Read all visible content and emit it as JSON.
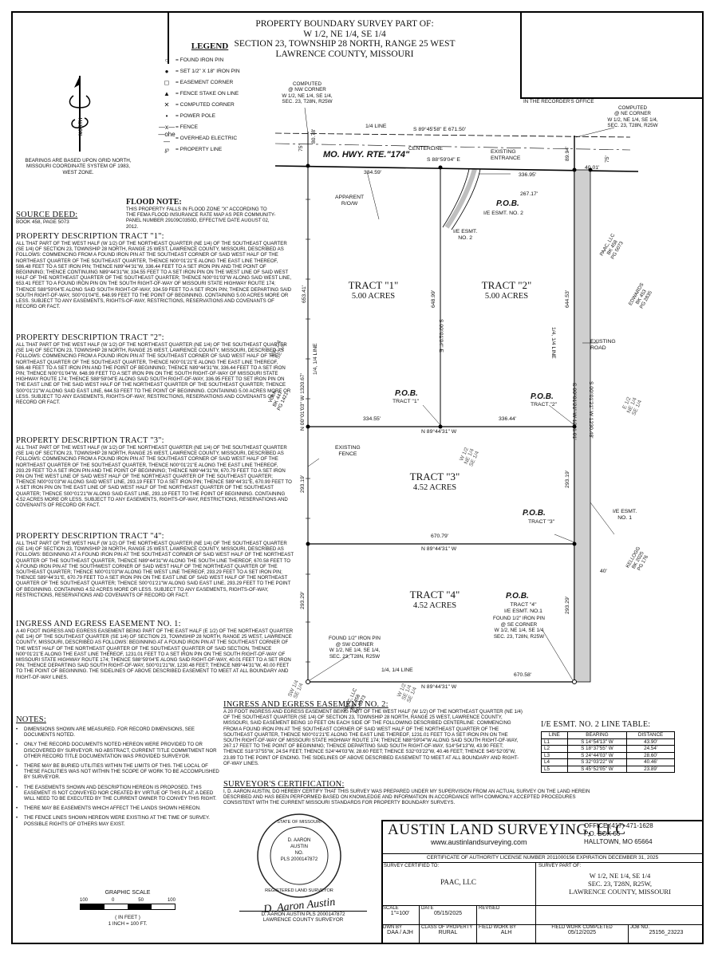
{
  "title": {
    "lines": [
      "PROPERTY BOUNDARY SURVEY PART OF:",
      "W 1/2, NE 1/4, SE 1/4",
      "SECTION 23, TOWNSHIP 28 NORTH, RANGE 25 WEST",
      "LAWRENCE COUNTY, MISSOURI"
    ]
  },
  "recorder_label": "IN THE RECORDER'S OFFICE",
  "legend": {
    "heading": "LEGEND",
    "items": [
      {
        "sym": "○",
        "label": "= FOUND IRON PIN"
      },
      {
        "sym": "●",
        "label": "= SET 1/2\" X 18\" IRON PIN"
      },
      {
        "sym": "◻",
        "label": "= EASEMENT CORNER"
      },
      {
        "sym": "▲",
        "label": "= FENCE STAKE ON LINE"
      },
      {
        "sym": "✕",
        "label": "= COMPUTED CORNER"
      },
      {
        "sym": "•",
        "label": "= POWER POLE"
      },
      {
        "sym": "—x—",
        "label": "= FENCE"
      },
      {
        "sym": "—ohe—",
        "label": "= OVERHEAD ELECTRIC"
      },
      {
        "sym": "℘",
        "label": "= PROPERTY LINE"
      }
    ]
  },
  "north": {
    "label": "NORTH"
  },
  "bearings_note": "BEARINGS ARE BASED UPON GRID NORTH, MISSOURI COORDINATE SYSTEM OF 1983, WEST ZONE.",
  "flood": {
    "heading": "FLOOD NOTE:",
    "text": "THIS PROPERTY FALLS IN FLOOD ZONE \"X\" ACCORDING TO THE FEMA FLOOD INSURANCE RATE MAP AS PER COMMUNITY-PANEL NUMBER 29109C0350D, EFFECTIVE DATE AUGUST 02, 2012."
  },
  "source_deed": {
    "heading": "SOURCE DEED:",
    "text": "BOOK 458, PAGE 5073"
  },
  "tracts": [
    {
      "heading": "PROPERTY DESCRIPTION TRACT \"1\":",
      "text": "ALL THAT PART OF THE WEST HALF (W 1/2) OF THE NORTHEAST QUARTER (NE 1/4) OF THE SOUTHEAST QUARTER (SE 1/4) OF SECTION 23, TOWNSHIP 28 NORTH, RANGE 25 WEST, LAWRENCE COUNTY, MISSOURI, DESCRIBED AS FOLLOWS: COMMENCING FROM A FOUND IRON PIN AT THE SOUTHEAST CORNER OF SAID WEST HALF OF THE NORTHEAST QUARTER OF THE SOUTHEAST QUARTER, THENCE N00°01'21\"E ALONG THE EAST LINE THEREOF, 586.48 FEET TO A SET IRON PIN; THENCE N89°44'31\"W, 336.44 FEET TO A SET IRON PIN AND THE POINT OF BEGINNING; THENCE CONTINUING N89°44'31\"W, 334.55 FEET TO A SET IRON PIN ON THE WEST LINE OF SAID WEST HALF OF THE NORTHEAST QUARTER OF THE SOUTHEAST QUARTER; THENCE N00°01'03\"W ALONG SAID WEST LINE, 653.41 FEET TO A FOUND IRON PIN ON THE SOUTH RIGHT-OF-WAY OF MISSOURI STATE HIGHWAY ROUTE 174; THENCE S88°59'04\"E ALONG SAID SOUTH RIGHT-OF-WAY, 334.59 FEET TO A SET IRON PIN; THENCE DEPARTING SAID SOUTH RIGHT-OF-WAY, S00°01'04\"E, 648.99 FEET TO THE POINT OF BEGINNING. CONTAINING 5.00 ACRES MORE OR LESS. SUBJECT TO ANY EASEMENTS, RIGHTS-OF-WAY, RESTRICTIONS, RESERVATIONS AND COVENANTS OF RECORD OR FACT."
    },
    {
      "heading": "PROPERTY DESCRIPTION TRACT \"2\":",
      "text": "ALL THAT PART OF THE WEST HALF (W 1/2) OF THE NORTHEAST QUARTER (NE 1/4) OF THE SOUTHEAST QUARTER (SE 1/4) OF SECTION 23, TOWNSHIP 28 NORTH, RANGE 25 WEST, LAWRENCE COUNTY, MISSOURI, DESCRIBED AS FOLLOWS: COMMENCING FROM A FOUND IRON PIN AT THE SOUTHEAST CORNER OF SAID WEST HALF OF THE NORTHEAST QUARTER OF THE SOUTHEAST QUARTER, THENCE N00°01'21\"E ALONG THE EAST LINE THEREOF, 586.48 FEET TO A SET IRON PIN AND THE POINT OF BEGINNING; THENCE N89°44'31\"W, 336.44 FEET TO A SET IRON PIN; THENCE N00°01'04\"W, 648.99 FEET TO A SET IRON PIN ON THE SOUTH RIGHT-OF-WAY OF MISSOURI STATE HIGHWAY ROUTE 174; THENCE S88°59'04\"E ALONG SAID SOUTH RIGHT-OF-WAY, 336.95 FEET TO SET IRON PIN ON THE EAST LINE OF THE SAID WEST HALF OF THE NORTHEAST QUARTER OF THE SOUTHEAST QUARTER; THENCE S00°01'21\"W ALONG SAID EAST LINE, 644.53 FEET TO THE POINT OF BEGINNING. CONTAINING 5.00 ACRES MORE OR LESS. SUBJECT TO ANY EASEMENTS, RIGHTS-OF-WAY, RESTRICTIONS, RESERVATIONS AND COVENANTS OF RECORD OR FACT."
    },
    {
      "heading": "PROPERTY DESCRIPTION TRACT \"3\":",
      "text": "ALL THAT PART OF THE WEST HALF (W 1/2) OF THE NORTHEAST QUARTER (NE 1/4) OF THE SOUTHEAST QUARTER (SE 1/4) OF SECTION 23, TOWNSHIP 28 NORTH, RANGE 25 WEST, LAWRENCE COUNTY, MISSOURI, DESCRIBED AS FOLLOWS: COMMENCING FROM A FOUND IRON PIN AT THE SOUTHEAST CORNER OF SAID WEST HALF OF THE NORTHEAST QUARTER OF THE SOUTHEAST QUARTER, THENCE N00°01'21\"E ALONG THE EAST LINE THEREOF, 293.29 FEET TO A SET IRON PIN AND THE POINT OF BEGINNING; THENCE N89°44'31\"W, 670.79 FEET TO A SET IRON PIN ON THE WEST LINE OF SAID WEST HALF OF THE NORTHEAST QUARTER OF THE SOUTHEAST QUARTER; THENCE N00°01'03\"W ALONG SAID WEST LINE, 293.19 FEET TO A SET IRON PIN; THENCE S89°44'31\"E, 670.99 FEET TO A SET IRON PIN ON THE EAST LINE OF SAID WEST HALF OF THE NORTHEAST QUARTER OF THE SOUTHEAST QUARTER; THENCE S00°01'21\"W ALONG SAID EAST LINE, 293.19 FEET TO THE POINT OF BEGINNING. CONTAINING 4.52 ACRES MORE OR LESS. SUBJECT TO ANY EASEMENTS, RIGHTS-OF-WAY, RESTRICTIONS, RESERVATIONS AND COVENANTS OF RECORD OR FACT."
    },
    {
      "heading": "PROPERTY DESCRIPTION TRACT \"4\":",
      "text": "ALL THAT PART OF THE WEST HALF (W 1/2) OF THE NORTHEAST QUARTER (NE 1/4) OF THE SOUTHEAST QUARTER (SE 1/4) OF SECTION 23, TOWNSHIP 28 NORTH, RANGE 25 WEST, LAWRENCE COUNTY, MISSOURI, DESCRIBED AS FOLLOWS: BEGINNING AT A FOUND IRON PIN AT THE SOUTHEAST CORNER OF SAID WEST HALF OF THE NORTHEAST QUARTER OF THE SOUTHEAST QUARTER, THENCE N89°44'31\"W ALONG THE SOUTH LINE THEREOF, 670.58 FEET TO A FOUND IRON PIN AT THE SOUTHWEST CORNER OF SAID WEST HALF OF THE NORTHEAST QUARTER OF THE SOUTHEAST QUARTER; THENCE N00°01'03\"W ALONG THE WEST LINE THEREOF, 293.29 FEET TO A SET IRON PIN; THENCE S89°44'31\"E, 670.79 FEET TO A SET IRON PIN ON THE EAST LINE OF SAID WEST HALF OF THE NORTHEAST QUARTER OF THE SOUTHEAST QUARTER; THENCE S00°01'21\"W ALONG SAID EAST LINE, 293.29 FEET TO THE POINT OF BEGINNING. CONTAINING 4.52 ACRES MORE OR LESS. SUBJECT TO ANY EASEMENTS, RIGHTS-OF-WAY, RESTRICTIONS, RESERVATIONS AND COVENANTS OF RECORD OR FACT."
    }
  ],
  "easement1": {
    "heading": "INGRESS AND EGRESS EASEMENT NO. 1:",
    "text": "A 40 FOOT INGRESS AND EGRESS EASEMENT BEING PART OF THE EAST HALF (E 1/2) OF THE NORTHEAST QUARTER (NE 1/4) OF THE SOUTHEAST QUARTER (SE 1/4) OF SECTION 23, TOWNSHIP 28 NORTH, RANGE 25 WEST, LAWRENCE COUNTY, MISSOURI, DESCRIBED AS FOLLOWS: BEGINNING AT A FOUND IRON PIN AT THE SOUTHEAST CORNER OF THE WEST HALF OF THE NORTHEAST QUARTER OF THE SOUTHEAST QUARTER OF SAID SECTION, THENCE N00°01'21\"E ALONG THE EAST LINE THEREOF, 1231.01 FEET TO A SET IRON PIN ON THE SOUTH RIGHT-OF-WAY OF MISSOURI STATE HIGHWAY ROUTE 174; THENCE S88°59'04\"E ALONG SAID RIGHT-OF-WAY, 40.01 FEET TO A SET IRON PIN; THENCE DEPARTING SAID SOUTH RIGHT-OF-WAY, S00°01'21\"W, 1230.48 FEET; THENCE N89°44'31\"W, 40.00 FEET TO THE POINT OF BEGINNING. THE SIDELINES OF ABOVE DESCRIBED EASEMENT TO MEET AT ALL BOUNDARY AND RIGHT-OF-WAY LINES."
  },
  "easement2": {
    "heading": "INGRESS AND EGRESS EASEMENT NO. 2:",
    "text": "A 20 FOOT INGRESS AND EGRESS EASEMENT BEING PART OF THE WEST HALF (W 1/2) OF THE NORTHEAST QUARTER (NE 1/4) OF THE SOUTHEAST QUARTER (SE 1/4) OF SECTION 23, TOWNSHIP 28 NORTH, RANGE 25 WEST, LAWRENCE COUNTY, MISSOURI, SAID EASEMENT BEING 10 FEET ON EACH SIDE OF THE FOLLOWING DESCRIBED CENTERLINE: COMMENCING FROM A FOUND IRON PIN AT THE SOUTHEAST CORNER OF SAID WEST HALF OF THE NORTHEAST QUARTER OF THE SOUTHEAST QUARTER, THENCE N00°01'21\"E ALONG THE EAST LINE THEREOF, 1231.01 FEET TO A SET IRON PIN ON THE SOUTH RIGHT-OF-WAY OF MISSOURI STATE HIGHWAY ROUTE 174; THENCE N88°59'04\"W ALONG SAID SOUTH RIGHT-OF-WAY, 267.17 FEET TO THE POINT OF BEGINNING; THENCE DEPARTING SAID SOUTH RIGHT-OF-WAY, S14°54'13\"W, 43.90 FEET; THENCE S18°37'55\"W, 24.54 FEET; THENCE S24°44'03\"W, 28.60 FEET; THENCE S32°03'22\"W, 40.46 FEET; THENCE S45°52'05\"W, 23.89 TO THE POINT OF ENDING. THE SIDELINES OF ABOVE DESCRIBED EASEMENT TO MEET AT ALL BOUNDARY AND RIGHT-OF-WAY LINES."
  },
  "notes": {
    "heading": "NOTES:",
    "items": [
      "DIMENSIONS SHOWN ARE MEASURED.  FOR RECORD DIMENSIONS, SEE DOCUMENTS NOTED.",
      "ONLY THE RECORD DOCUMENTS NOTED HEREON WERE PROVIDED TO OR DISCOVERED BY SURVEYOR.  NO ABSTRACT, CURRENT TITLE COMMITMENT NOR OTHER RECORD TITLE DOCUMENTATION WAS PROVIDED SURVEYOR.",
      "THERE MAY BE BURIED UTILITIES WITHIN THE LIMITS OF THIS.  THE LOCAL OF THESE FACILITIES WAS NOT WITHIN THE SCOPE OF WORK TO BE ACCOMPLISHED BY SURVEYOR.",
      "THE EASEMENTS SHOWN AND DESCRIPTION HEREON IS PROPOSED. THIS EASEMENT IS NOT CONVEYED NOR CREATED BY VIRTUE OF THIS PLAT; A DEED WILL NEED TO BE EXECUTED BY THE CURRENT OWNER TO CONVEY THIS RIGHT.",
      "THERE MAY BE EASEMENTS WHICH AFFECT THE LANDS SHOWN HEREON.",
      "THE FENCE LINES SHOWN HEREON WERE EXISTING AT THE TIME OF SURVEY. POSSIBLE RIGHTS OF OTHERS MAY EXIST."
    ]
  },
  "scale": {
    "heading": "GRAPHIC SCALE",
    "ticks": [
      "100",
      "0",
      "50",
      "100"
    ],
    "unit": "( IN FEET )",
    "ratio": "1 INCH = 100 FT."
  },
  "line_table": {
    "heading": "I/E ESMT. NO. 2 LINE TABLE:",
    "columns": [
      "LINE",
      "BEARING",
      "DISTANCE"
    ],
    "rows": [
      [
        "L1",
        "S 14°54'13\" W",
        "43.90'"
      ],
      [
        "L2",
        "S 18°37'55\" W",
        "24.54'"
      ],
      [
        "L3",
        "S 24°44'03\" W",
        "28.60'"
      ],
      [
        "L4",
        "S 32°03'22\" W",
        "40.46'"
      ],
      [
        "L5",
        "S 45°52'05\" W",
        "23.89'"
      ]
    ]
  },
  "certification": {
    "heading": "SURVEYOR'S CERTIFICATION:",
    "text": "I, D. AARON AUSTIN, DO HEREBY CERTIFY THAT THIS SURVEY WAS PREPARED UNDER MY SUPERVISION FROM AN ACTUAL SURVEY ON THE LAND HEREIN DESCRIBED AND HAS BEEN PERFORMED BASED ON KNOWLEDGE AND INFORMATION IN ACCORDANCE WITH COMMONLY ACCEPTED PROCEDURES CONSISTENT WITH THE CURRENT MISSOURI STANDARDS FOR PROPERTY BOUNDARY SURVEYS."
  },
  "company": {
    "name": "AUSTIN LAND SURVEYING, LLC",
    "website": "www.austinlandsurveying.com",
    "phone": "OFFICE (417)-471-1628",
    "po_box": "P.O. BOX 66",
    "city": "HALLTOWN, MO 65664",
    "certificate": "CERTIFICATE OF AUTHORITY LICENSE NUMBER 2011000156  EXPIRATION DECEMBER 31, 2025"
  },
  "seal": {
    "ring_top": "STATE OF MISSOURI",
    "ring_bottom": "REGISTERED LAND SURVEYOR",
    "name1": "D. AARON",
    "name2": "AUSTIN",
    "no_label": "NO.",
    "number": "PLS 2000147872",
    "signature": "D. Aaron Austin"
  },
  "signature_block": {
    "line1": "D. AARON AUSTIN   PLS 2000147872",
    "line2": "LAWRENCE COUNTY SURVEYOR"
  },
  "title_block": {
    "certified_to_label": "SURVEY CERTIFIED TO:",
    "certified_to": "PAAC, LLC",
    "survey_part_label": "SURVEY PART OF:",
    "survey_part": [
      "W 1/2, NE 1/4, SE 1/4",
      "SEC. 23, T28N, R25W,",
      "LAWRENCE COUNTY, MISSOURI"
    ],
    "scale_label": "SCALE",
    "scale": "1\"=100'",
    "date_label": "DATE",
    "date": "05/15/2025",
    "revised_label": "REVISED",
    "revised": "",
    "drawn_label": "DWN BY",
    "drawn": "DAA / AJH",
    "class_label": "CLASS OF PROPERTY",
    "class": "RURAL",
    "fieldwork_label": "FIELD WORK BY",
    "fieldwork": "ALH",
    "completed_label": "FIELD WORK COMPLETED",
    "completed": "05/12/2025",
    "job_label": "JOB NO.",
    "job": "25156_23223"
  },
  "map": {
    "computed_nw": [
      "COMPUTED",
      "@ NW CORNER",
      "W 1/2, NE 1/4, SE 1/4,",
      "SEC. 23, T28N, R25W"
    ],
    "computed_ne": [
      "COMPUTED",
      "@ NE CORNER",
      "W 1/2, NE 1/4, SE 1/4,",
      "SEC. 23, T28N, R25W"
    ],
    "quarter_line": "1/4 LINE",
    "bearing_top": "S 89°45'58\" E  671.50'",
    "centerline": "CENTERLINE",
    "highway": "MO. HWY. RTE.\"174\"",
    "row_bearing": "S 88°59'04\" E",
    "existing_entrance": [
      "EXISTING",
      "ENTRANCE"
    ],
    "d_334_59": "334.59'",
    "d_336_95": "336.95'",
    "d_267_17": "267.17'",
    "d_40_01": "40.01'",
    "d_80_78": "80.78'",
    "d_89_94": "89.94'",
    "d_75a": "75'",
    "d_75b": "75'",
    "apparent_row": [
      "APPARENT",
      "R/O/W"
    ],
    "pob_label": "P.O.B.",
    "ie_esmt_2": "I/E ESMT. NO. 2",
    "ie_esmt_2b": [
      "I/E ESMT.",
      "NO. 2"
    ],
    "tract1": {
      "name": "TRACT \"1\"",
      "acres": "5.00 ACRES"
    },
    "tract2": {
      "name": "TRACT \"2\"",
      "acres": "5.00 ACRES"
    },
    "tract3": {
      "name": "TRACT \"3\"",
      "acres": "4.52 ACRES"
    },
    "tract4": {
      "name": "TRACT \"4\"",
      "acres": "4.52 ACRES"
    },
    "d_653_41": "653.41'",
    "d_648_99": "648.99'",
    "d_644_53": "644.53'",
    "b_w1": "N 00°01'03\" W  1320.67'",
    "b_mid": "S 00°01'04\" E",
    "b_e1": "S 00°01'21\" W  1231.01'",
    "b_e2": "S 00°01'21\" W  1230.48'",
    "quarter_quarter": "1/4, 1/4 LINE",
    "pob_t1": "TRACT \"1\"",
    "pob_t2": "TRACT \"2\"",
    "pob_t3": "TRACT \"3\"",
    "d_334_55": "334.55'",
    "d_336_44": "336.44'",
    "bearing_mid": "N 89°44'31\" W",
    "existing_fence": [
      "EXISTING",
      "FENCE"
    ],
    "d_293_19a": "293.19'",
    "d_293_19b": "293.19'",
    "d_670_79": "670.79'",
    "d_293_29a": "293.29'",
    "d_293_29b": "293.29'",
    "d_670_58": "670.58'",
    "ie_esmt_1": [
      "I/E ESMT.",
      "NO. 1"
    ],
    "d_40": "40'",
    "pob_t4": [
      "TRACT \"4\"",
      "I/E ESMT. NO.1"
    ],
    "found_se": [
      "FOUND 1/2\" IRON PIN",
      "@ SE CORNER",
      "W 1/2, NE 1/4, SE 1/4",
      "SEC. 23, T28N, R25W"
    ],
    "found_sw": [
      "FOUND 1/2\" IRON PIN",
      "@ SW CORNER",
      "W 1/2, NE 1/4, SE 1/4,",
      "SEC. 23, T28N, R25W"
    ],
    "existing_road": [
      "EXISTING",
      "ROAD"
    ],
    "paac_top": [
      "PAAC, LLC",
      "BK 458",
      "PG 5073"
    ],
    "edwards": [
      "EDWARDS",
      "BK 453",
      "PG 2835"
    ],
    "volk": [
      "VOLK",
      "BK 447",
      "PG 1421"
    ],
    "kellogg": [
      "KELLOGG",
      "BK 2025",
      "PG 176"
    ],
    "paac_bottom": [
      "PAAC, LLC",
      "BK 458",
      "PG 5073"
    ],
    "nw_se": [
      "NW 1/4",
      "SE 1/4"
    ],
    "w_ne_se": [
      "W 1/2",
      "NE 1/4",
      "SE 1/4"
    ],
    "e_ne_se": [
      "E 1/2",
      "NE 1/4",
      "SE 1/4"
    ],
    "sw_se": [
      "SW 1/4",
      "SE 1/4"
    ],
    "w_se_se": [
      "W 1/2",
      "SE 1/4",
      "SE 1/4"
    ]
  }
}
